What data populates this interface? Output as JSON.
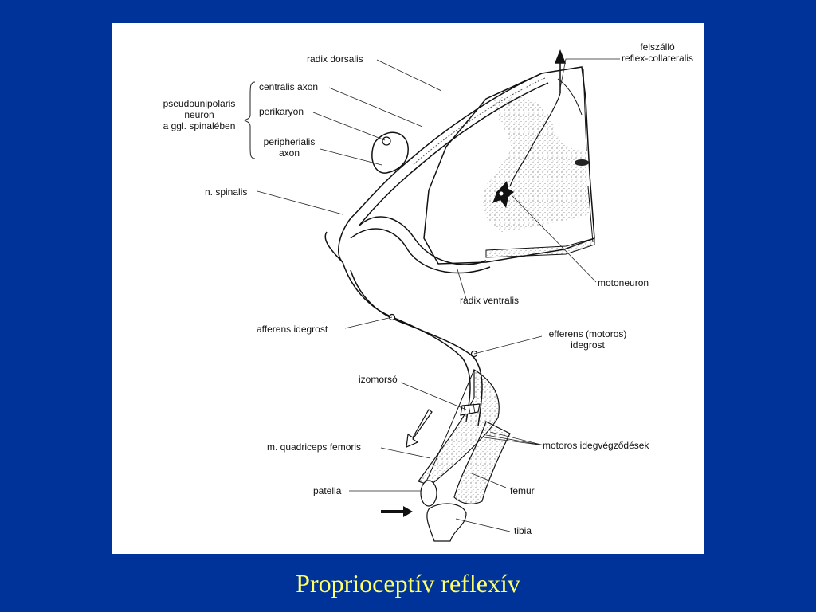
{
  "slide": {
    "title": "Proprioceptív reflexív"
  },
  "colors": {
    "background": "#003399",
    "panel": "#ffffff",
    "title": "#ffff66",
    "ink": "#111111"
  },
  "labels": {
    "radix_dorsalis": "radix dorsalis",
    "centralis_axon": "centralis axon",
    "perikaryon": "perikaryon",
    "peripherialis_axon_1": "peripherialis",
    "peripherialis_axon_2": "axon",
    "pseudo_1": "pseudounipolaris",
    "pseudo_2": "neuron",
    "pseudo_3": "a ggl. spinalében",
    "n_spinalis": "n. spinalis",
    "felszallo_1": "felszálló",
    "felszallo_2": "reflex-collateralis",
    "motoneuron": "motoneuron",
    "radix_ventralis": "radix ventralis",
    "afferens_idegrost": "afferens idegrost",
    "efferens_1": "efferens (motoros)",
    "efferens_2": "idegrost",
    "izomorso": "izomorsó",
    "motoros_idegvegzodesek": "motoros idegvégződések",
    "m_quadriceps": "m. quadriceps femoris",
    "patella": "patella",
    "femur": "femur",
    "tibia": "tibia"
  }
}
